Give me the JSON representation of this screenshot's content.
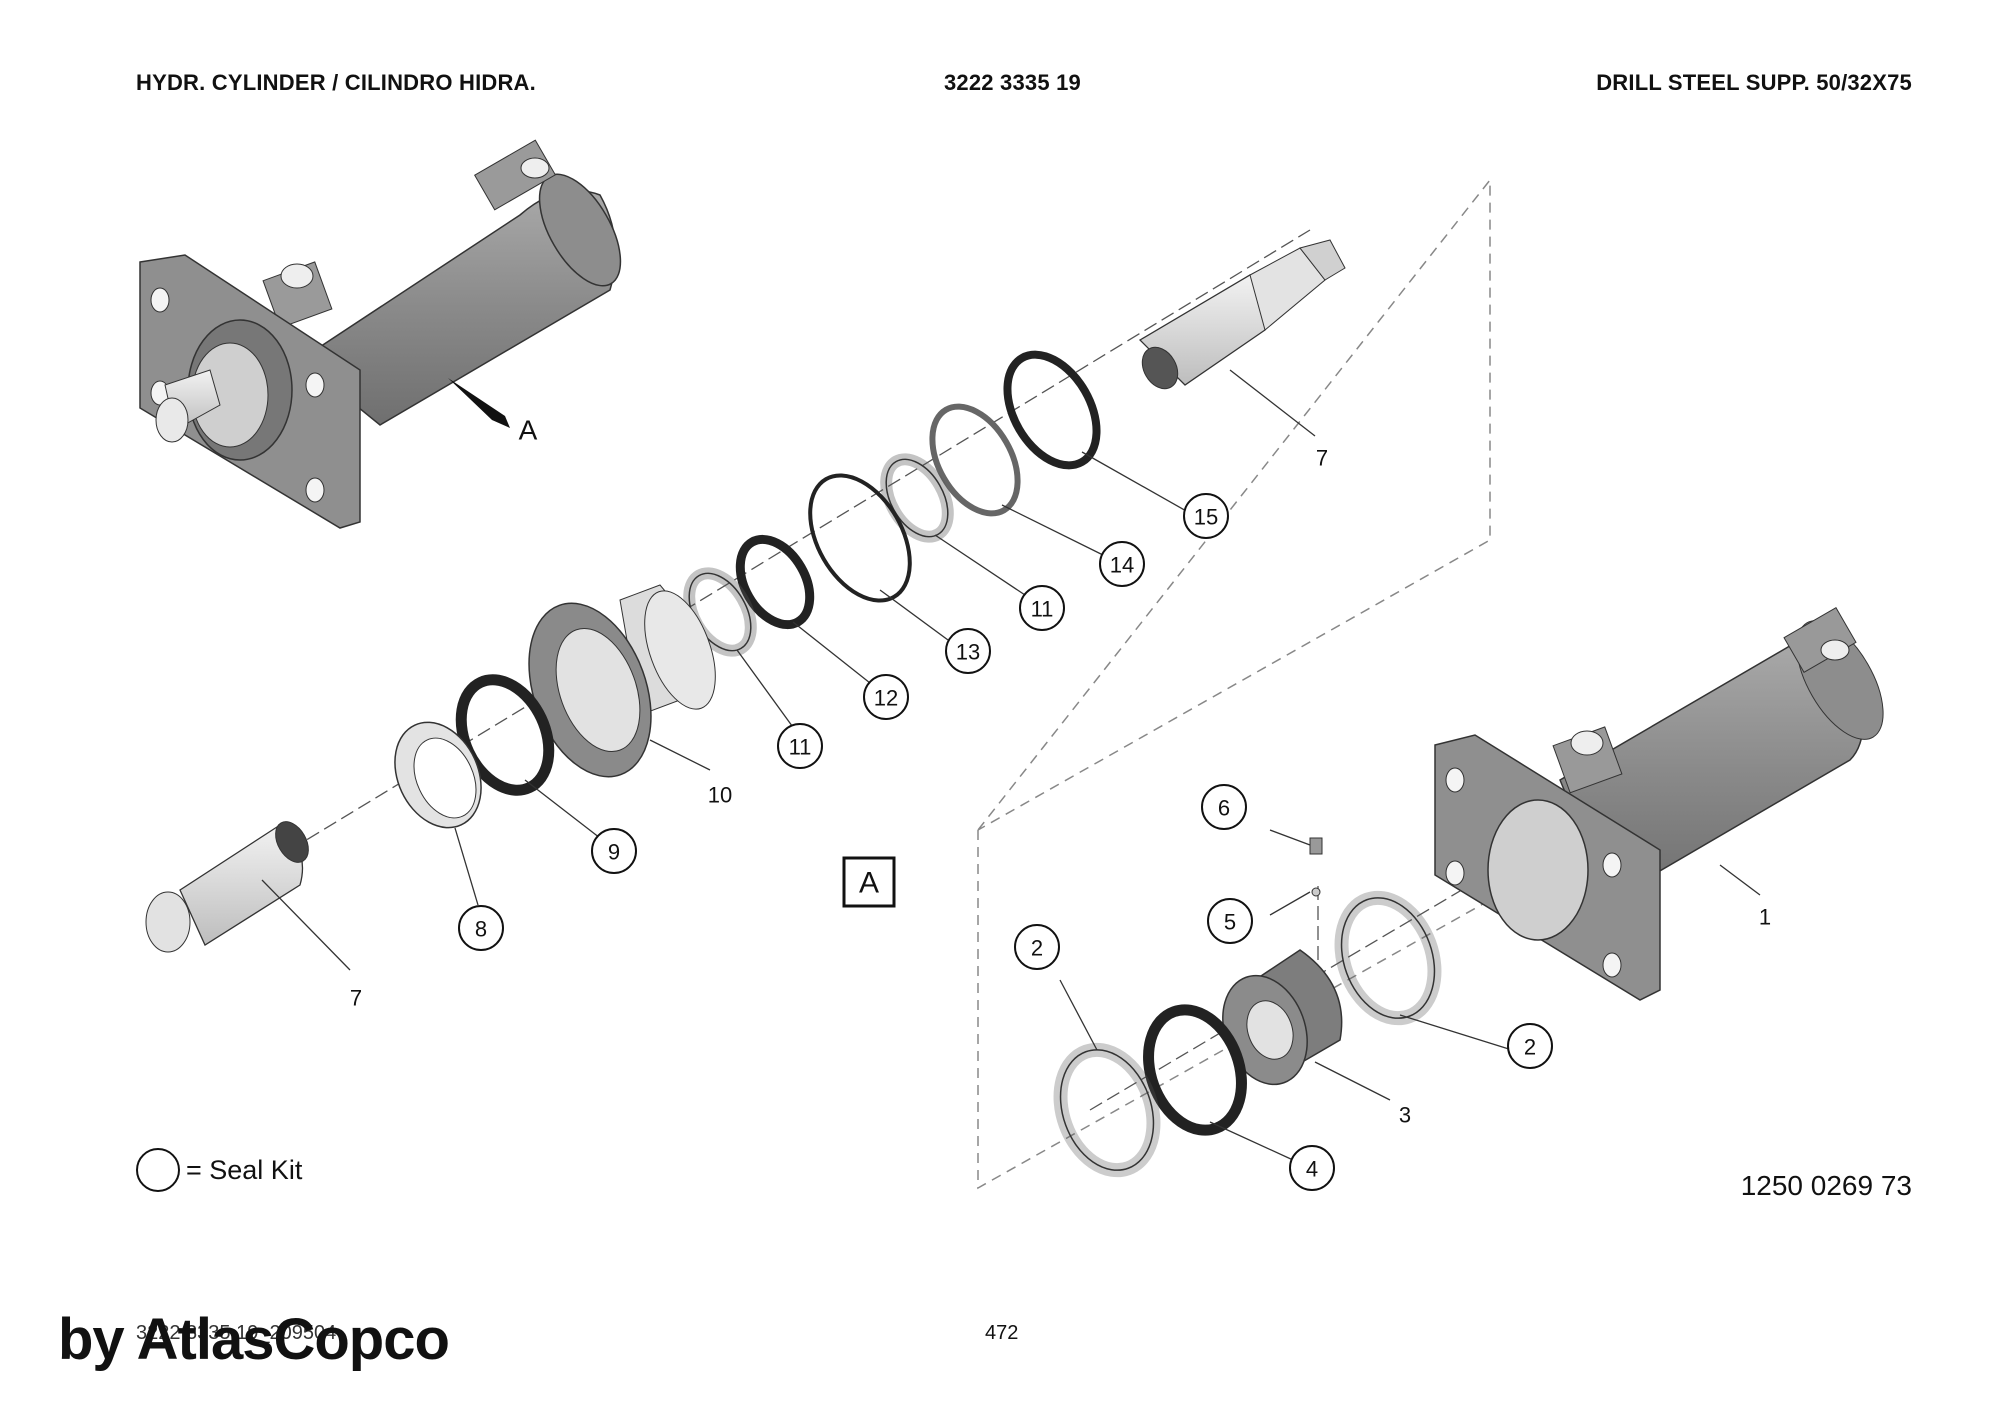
{
  "header": {
    "left": "HYDR. CYLINDER / CILINDRO HIDRA.",
    "center": "3222 3335 19",
    "right": "DRILL STEEL SUPP. 50/32X75"
  },
  "view_marker": {
    "arrow_label": "A",
    "box_label": "A"
  },
  "callouts": {
    "c15": "15",
    "c14": "14",
    "c11a": "11",
    "c13": "13",
    "c12": "12",
    "c11b": "11",
    "c9": "9",
    "c8": "8",
    "c6": "6",
    "c5": "5",
    "c2a": "2",
    "c2b": "2",
    "c4": "4"
  },
  "labels": {
    "l7top": "7",
    "l10": "10",
    "l7bottom": "7",
    "l1": "1",
    "l3": "3"
  },
  "legend": {
    "text": "= Seal Kit"
  },
  "document_number": "1250 0269 73",
  "footer": {
    "small": "3222 3335 19_209504",
    "page": "472",
    "watermark": "by AtlasCopco"
  }
}
